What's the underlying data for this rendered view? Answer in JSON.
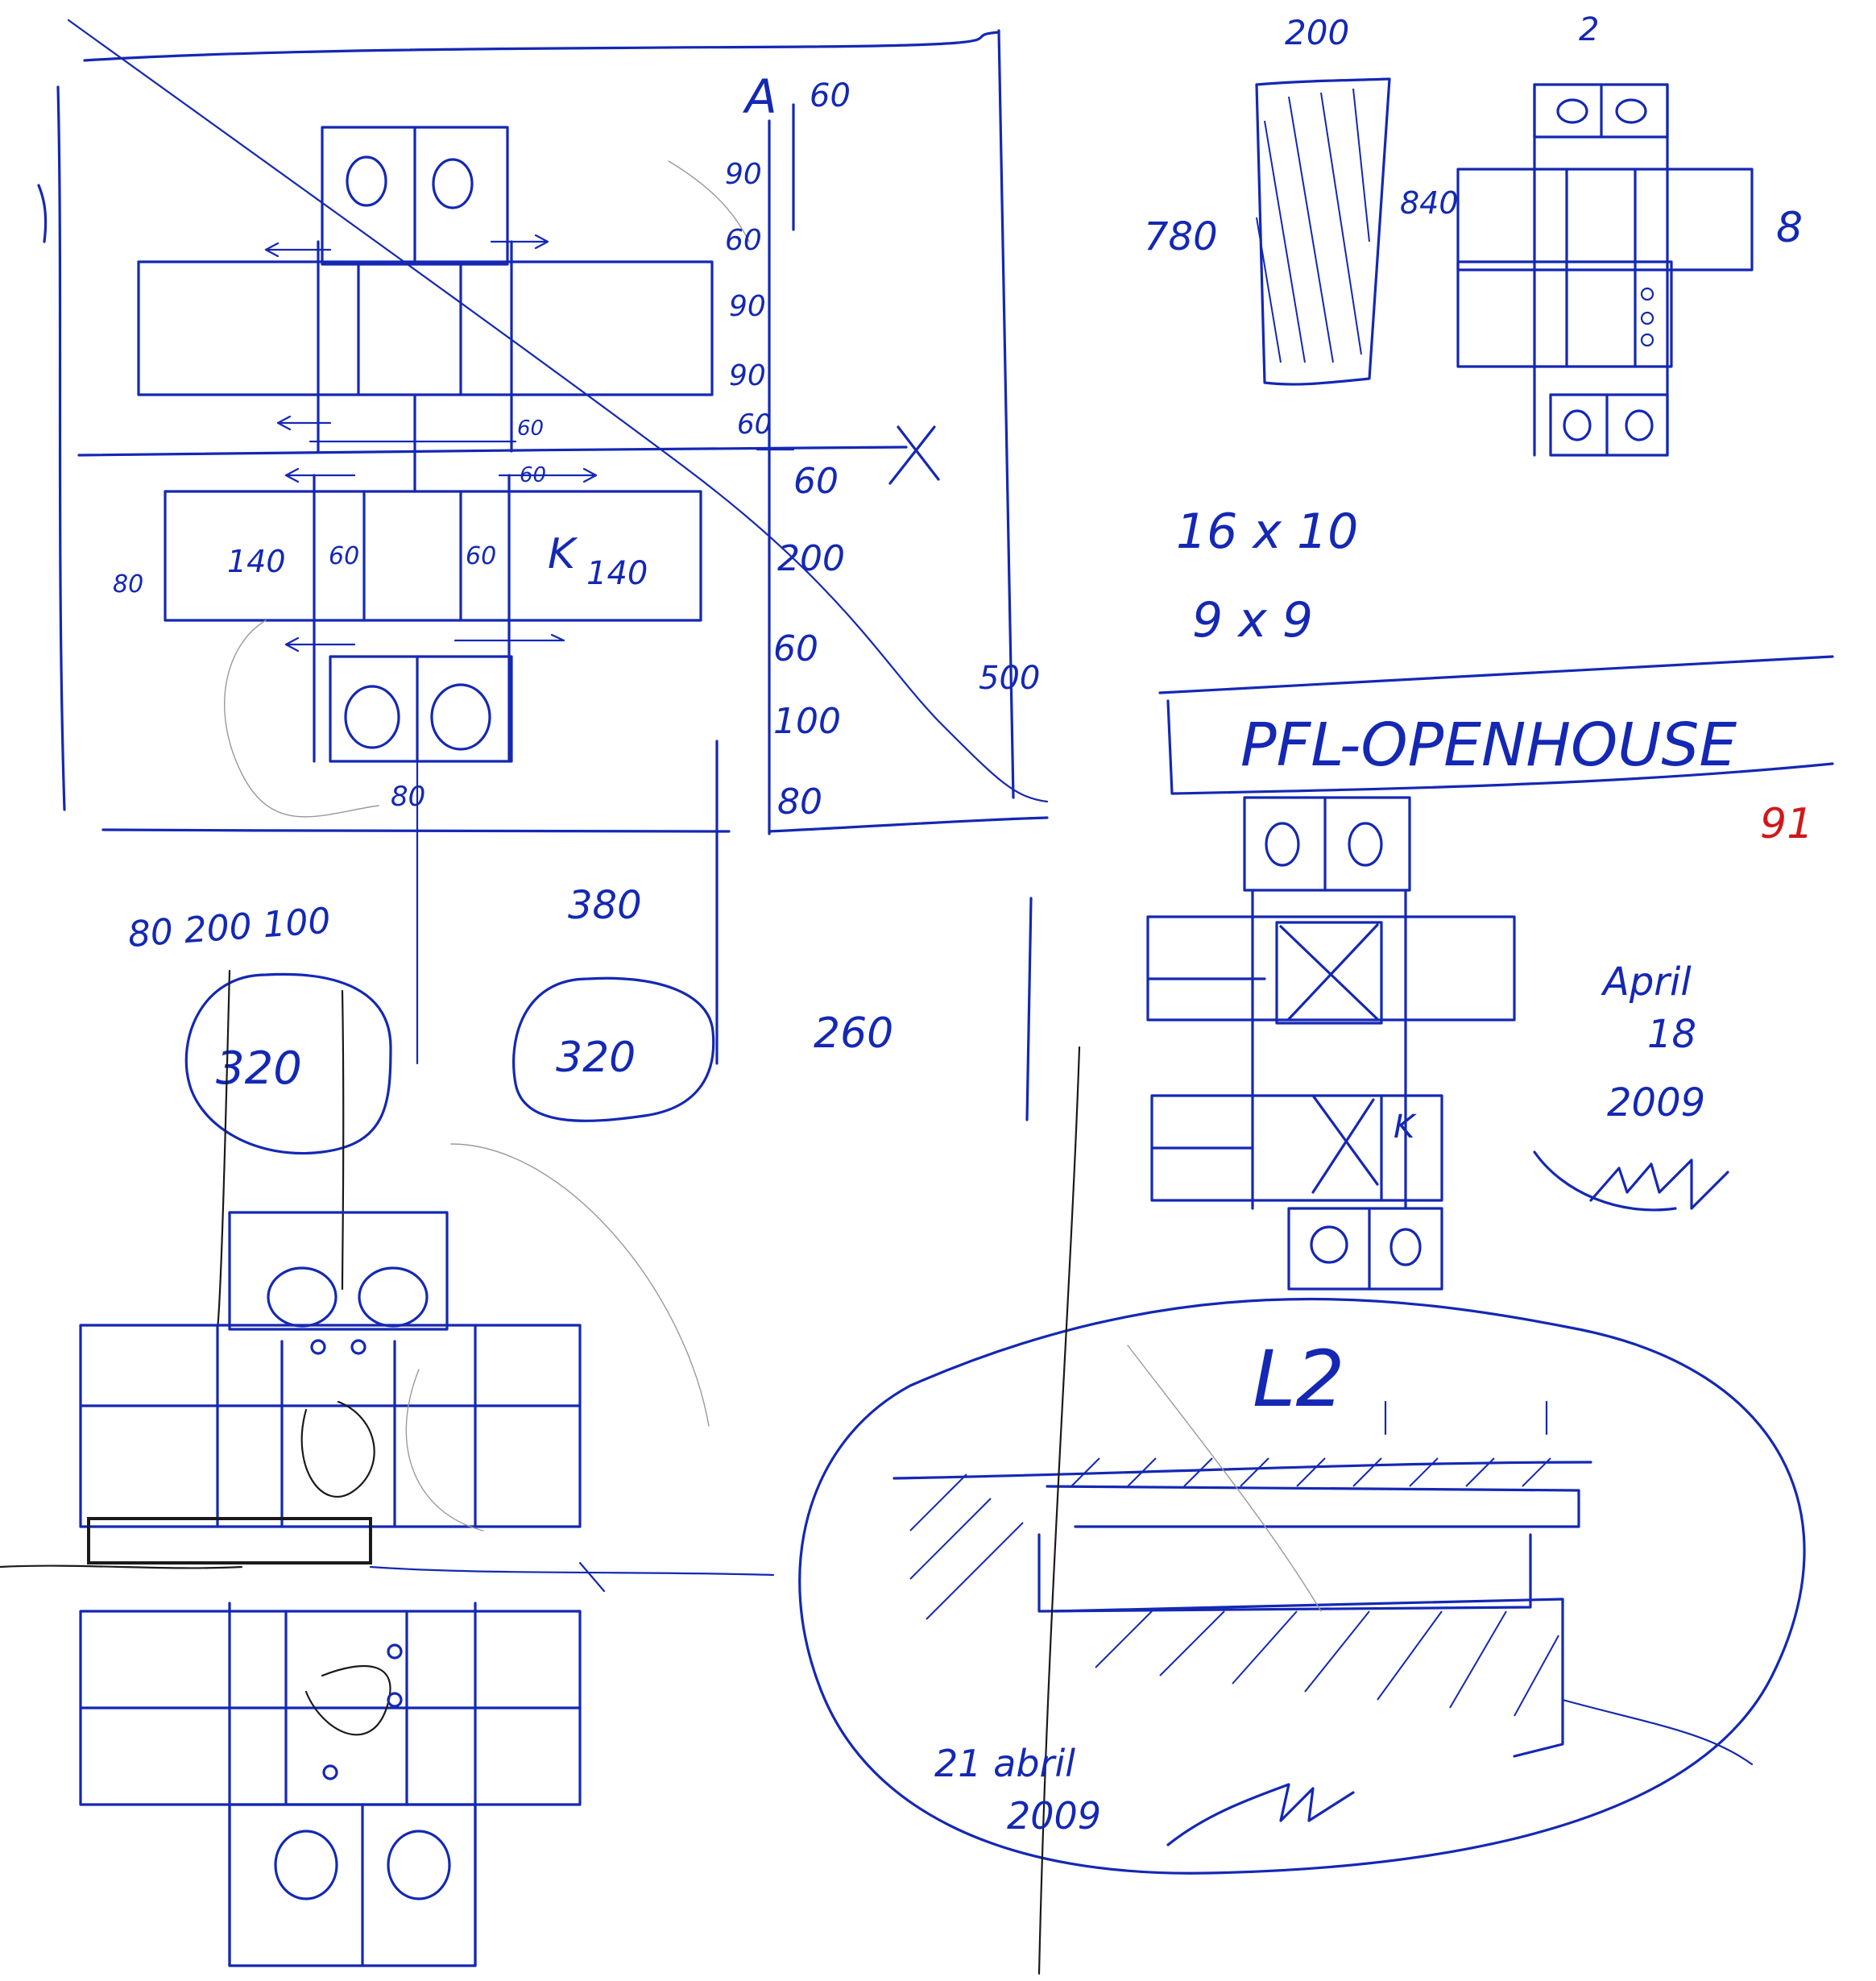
{
  "colors": {
    "ink": "#1428b4",
    "red_ink": "#d01818",
    "pencil": "#1a1a1a",
    "paper": "#ffffff"
  },
  "sketch_a": {
    "letter": "A",
    "letter_dim": "60",
    "right_dims": [
      "90",
      "60",
      "90",
      "90",
      "60"
    ],
    "axis_mark": "X",
    "lower_dims": [
      "60",
      "200",
      "60",
      "100",
      "80"
    ],
    "overall_dim": "500",
    "room_dims": {
      "left_edge": "80",
      "left_room": "140",
      "left_core": "60",
      "right_core": "60",
      "right_room_letter": "K",
      "right_room": "140"
    },
    "bottom_dim": "80",
    "corridor_labels": [
      "60",
      "60"
    ]
  },
  "dims_row": {
    "left": "80 200 100",
    "middle": "380",
    "right": "260"
  },
  "circled_numbers": [
    "320",
    "320"
  ],
  "sketch_top_right": {
    "block_width": "200",
    "block_height": "780",
    "plan_width": "2",
    "plan_left_dim": "840",
    "plan_right_dim": "8"
  },
  "grid_notes": [
    "16 x 10",
    "9 x 9"
  ],
  "title_banner": "PFL-OPENHOUSE",
  "page_number": "91",
  "plan_room_label": "K",
  "date_note_1": {
    "month": "April",
    "day": "18",
    "year": "2009"
  },
  "detail": {
    "label": "L2",
    "date_line": "21 abril",
    "year": "2009"
  }
}
